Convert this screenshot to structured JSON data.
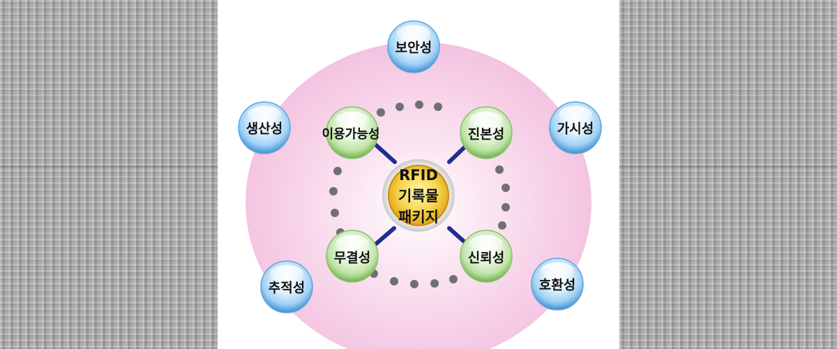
{
  "center": {
    "line1": "RFID",
    "line2": "기록물",
    "line3": "패키지"
  },
  "outer_nodes": {
    "top": "보안성",
    "upper_left": "생산성",
    "upper_right": "가시성",
    "lower_left": "추적성",
    "lower_right": "호환성"
  },
  "inner_nodes": {
    "top_left": "이용가능성",
    "top_right": "진본성",
    "bottom_left": "무결성",
    "bottom_right": "신뢰성"
  },
  "colors": {
    "outer_ellipse": "#f6c8e4",
    "blue_bubble": "#8ac4ee",
    "green_bubble": "#b4dd9e",
    "gold_center": "#f2c933",
    "connector": "#1d2f8f",
    "dots": "#6f6f6f"
  }
}
